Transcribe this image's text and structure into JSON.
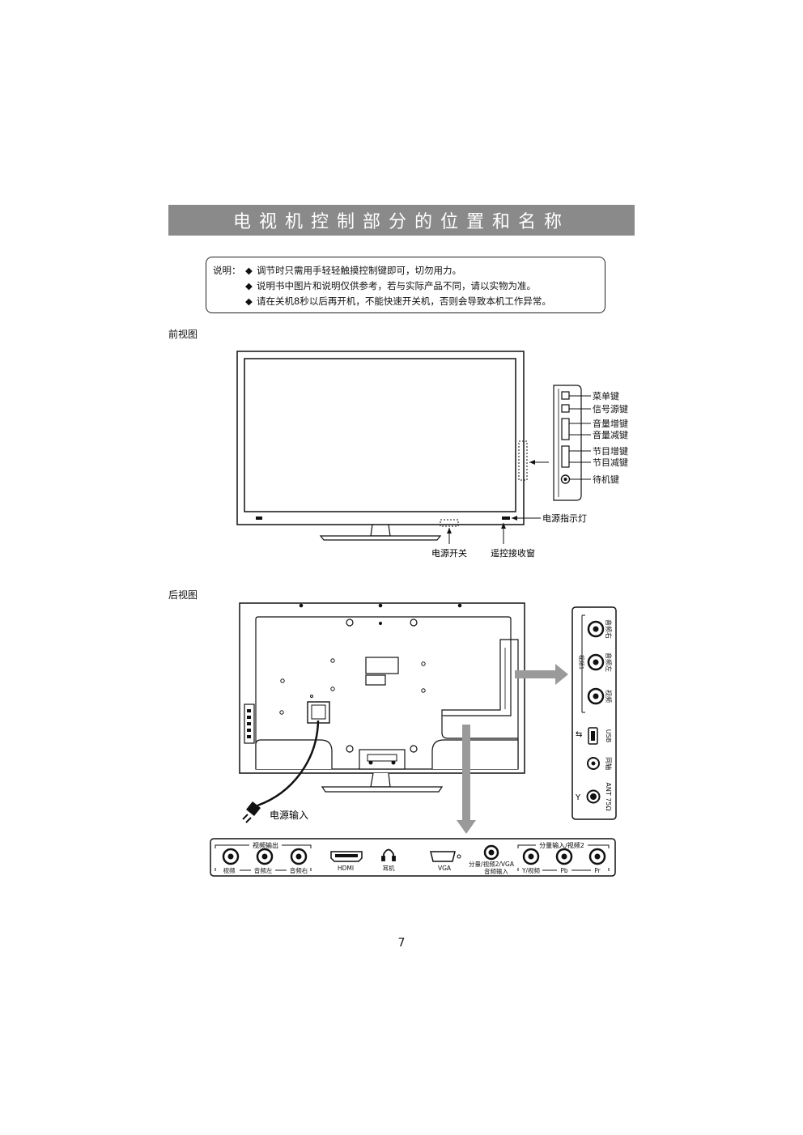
{
  "title": "电视机控制部分的位置和名称",
  "notes": {
    "label": "说明：",
    "items": [
      "调节时只需用手轻轻触摸控制键即可，切勿用力。",
      "说明书中图片和说明仅供参考，若与实际产品不同，请以实物为准。",
      "请在关机8秒以后再开机，不能快速开关机，否则会导致本机工作异常。"
    ],
    "bullet": "◆"
  },
  "front": {
    "heading": "前视图",
    "side_buttons": [
      "菜单键",
      "信号源键",
      "音量增键",
      "音量减键",
      "节目增键",
      "节目减键",
      "待机键"
    ],
    "power_indicator": "电源指示灯",
    "power_switch": "电源开关",
    "remote_receiver": "遥控接收窗"
  },
  "back": {
    "heading": "后视图",
    "power_input": "电源输入",
    "side_panel": {
      "audio_right": "音频右",
      "audio_left": "音频左",
      "video": "视频",
      "video_group": "视频1",
      "usb": "USB",
      "coax": "同轴",
      "ant": "ANT 75Ω"
    },
    "bottom_panel": {
      "video_out_group": "视频输出",
      "video": "视频",
      "audio_left": "音频左",
      "audio_right": "音频右",
      "hdmi": "HDMI",
      "earphone": "耳机",
      "vga": "VGA",
      "component_audio": "分量/视频2/VGA",
      "component_audio_2": "音频输入",
      "component_group": "分量输入/视频2",
      "y_video": "Y/视频",
      "pb": "Pb",
      "pr": "Pr"
    }
  },
  "page_number": "7"
}
